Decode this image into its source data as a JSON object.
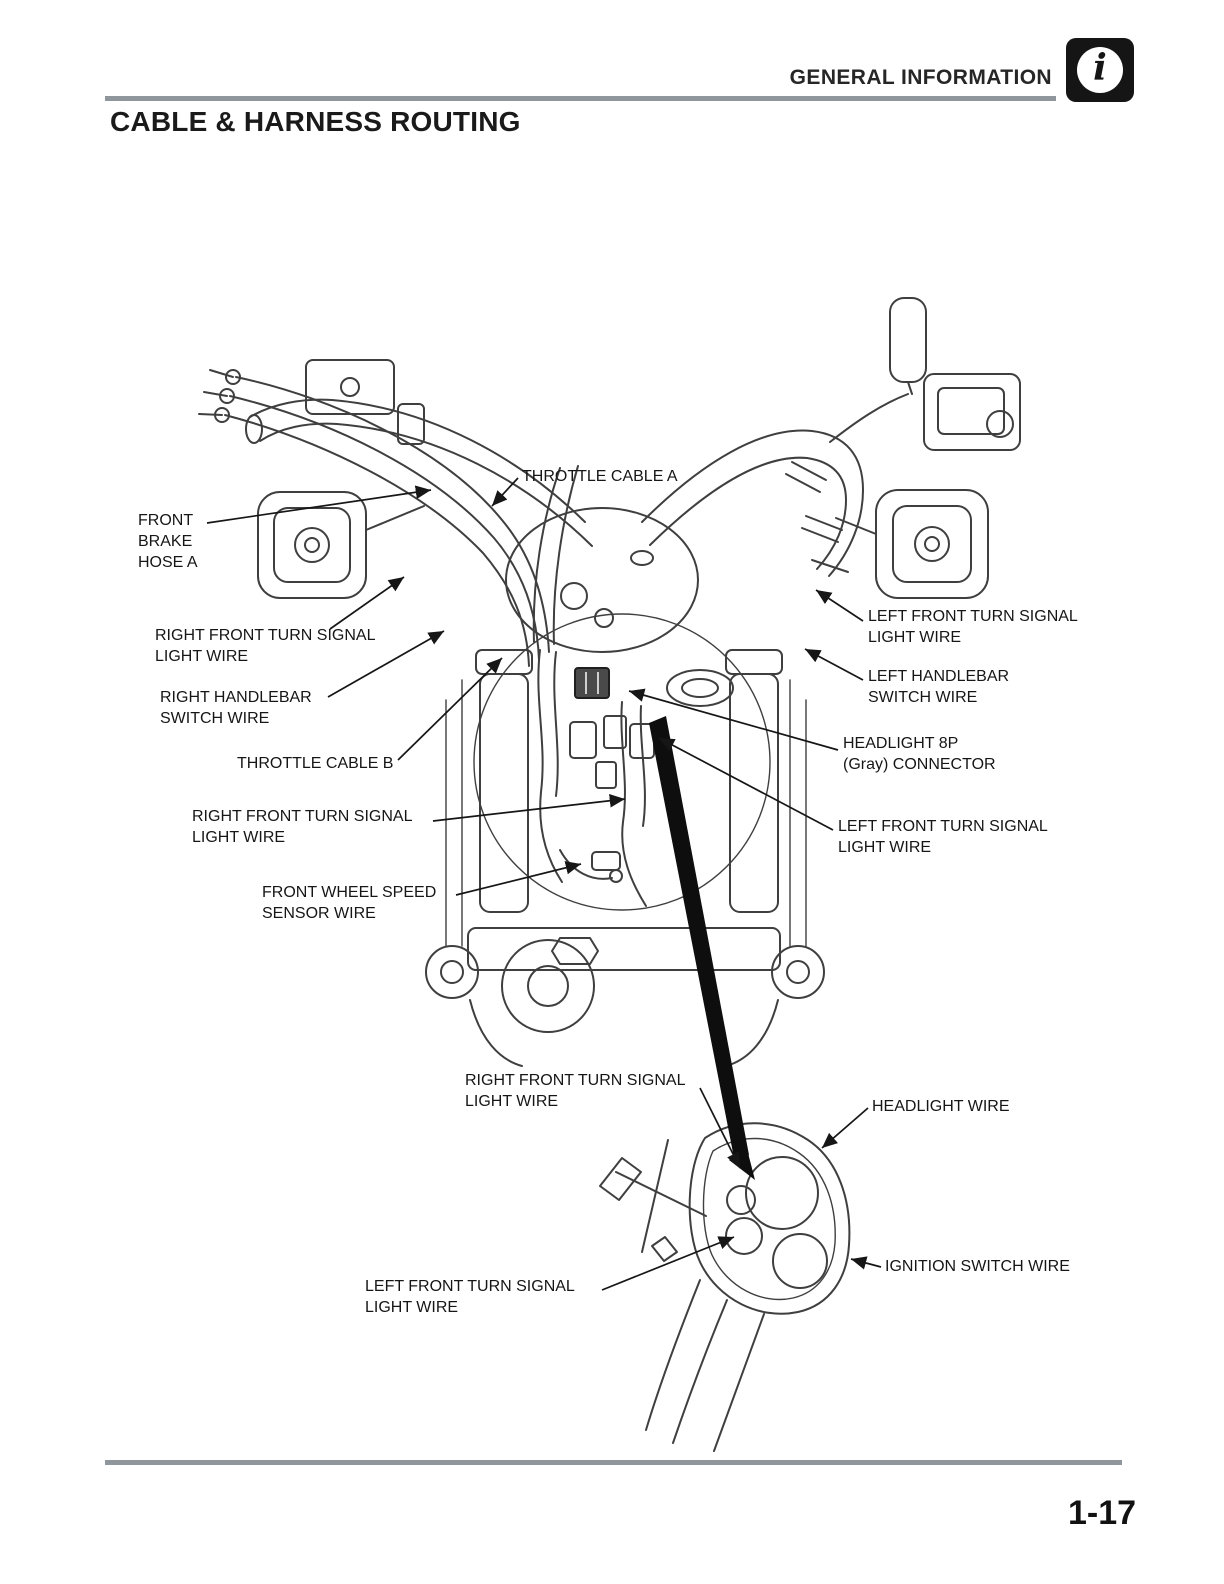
{
  "header": {
    "section_title": "GENERAL INFORMATION",
    "info_icon_glyph": "i"
  },
  "page_title": "CABLE & HARNESS ROUTING",
  "footer": {
    "page_number": "1-17"
  },
  "colors": {
    "paper": "#ffffff",
    "ink": "#161616",
    "line_art": "#3f3f3f",
    "rule_gray": "#8f979c",
    "icon_black": "#151515"
  },
  "diagram": {
    "labels": [
      {
        "id": "throttle-cable-a",
        "text": "THROTTLE CABLE A"
      },
      {
        "id": "front-brake-hose-a",
        "text": "FRONT\nBRAKE\nHOSE A"
      },
      {
        "id": "right-front-turn-signal-light-wire-1",
        "text": "RIGHT FRONT TURN SIGNAL\nLIGHT WIRE"
      },
      {
        "id": "right-handlebar-switch-wire",
        "text": "RIGHT HANDLEBAR\nSWITCH WIRE"
      },
      {
        "id": "throttle-cable-b",
        "text": "THROTTLE CABLE B"
      },
      {
        "id": "right-front-turn-signal-light-wire-2",
        "text": "RIGHT FRONT TURN SIGNAL\nLIGHT WIRE"
      },
      {
        "id": "front-wheel-speed-sensor-wire",
        "text": "FRONT WHEEL SPEED\nSENSOR WIRE"
      },
      {
        "id": "left-front-turn-signal-light-wire-1",
        "text": "LEFT FRONT TURN SIGNAL\nLIGHT WIRE"
      },
      {
        "id": "left-handlebar-switch-wire",
        "text": "LEFT HANDLEBAR\nSWITCH WIRE"
      },
      {
        "id": "headlight-8p-gray-connector",
        "text": "HEADLIGHT 8P\n(Gray) CONNECTOR"
      },
      {
        "id": "left-front-turn-signal-light-wire-2",
        "text": "LEFT FRONT TURN SIGNAL\nLIGHT WIRE"
      },
      {
        "id": "right-front-turn-signal-light-wire-3",
        "text": "RIGHT FRONT TURN SIGNAL\nLIGHT WIRE"
      },
      {
        "id": "headlight-wire",
        "text": "HEADLIGHT WIRE"
      },
      {
        "id": "left-front-turn-signal-light-wire-3",
        "text": "LEFT FRONT TURN SIGNAL\nLIGHT WIRE"
      },
      {
        "id": "ignition-switch-wire",
        "text": "IGNITION SWITCH WIRE"
      }
    ]
  }
}
